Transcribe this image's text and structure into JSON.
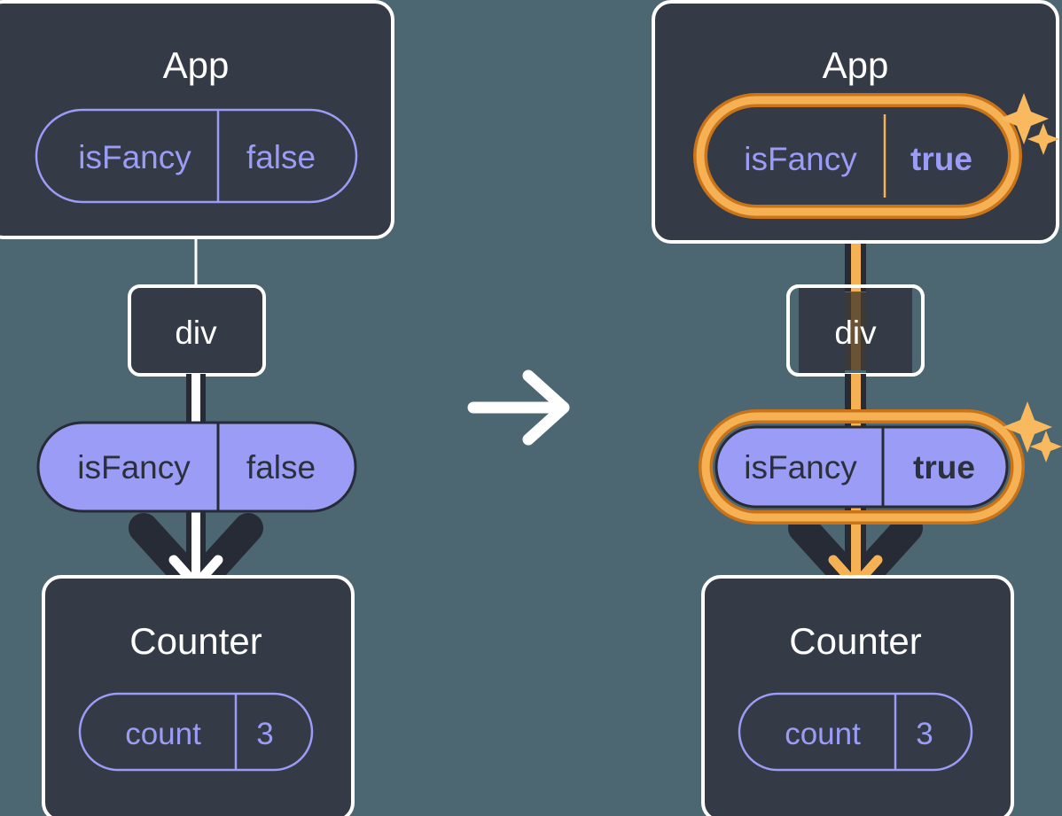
{
  "meta": {
    "title": "React state propagation diagram (before and after)",
    "background_color": "#4c6672"
  },
  "palette": {
    "panel_fill": "#343a46",
    "panel_stroke": "#ffffff",
    "pill_purple_fill": "#9a9cf5",
    "pill_purple_stroke": "#9a9cf5",
    "text_purple": "#9a9cf5",
    "text_white": "#ffffff",
    "text_dark": "#2b303b",
    "line_white": "#ffffff",
    "line_dark": "#262b36",
    "highlight_orange_outer": "#c97418",
    "highlight_orange_inner": "#f7b155",
    "sparkle_orange": "#f9b95e"
  },
  "transition_arrow": {
    "icon": "arrow-right-icon",
    "color": "#ffffff"
  },
  "panels": [
    {
      "id": "before",
      "app": {
        "title": "App",
        "pill": {
          "name": "isFancy",
          "value": "false",
          "style": "outline",
          "highlighted": false,
          "value_bold": false,
          "sparkles": false
        }
      },
      "div": {
        "title": "div"
      },
      "prop": {
        "name": "isFancy",
        "value": "false",
        "style": "filled",
        "highlighted": false,
        "value_bold": false,
        "sparkles": false
      },
      "counter": {
        "title": "Counter",
        "pill": {
          "name": "count",
          "value": "3",
          "style": "outline",
          "highlighted": false,
          "value_bold": false,
          "sparkles": false
        }
      },
      "connector_color": "#ffffff",
      "arrowhead_color": "#ffffff"
    },
    {
      "id": "after",
      "app": {
        "title": "App",
        "pill": {
          "name": "isFancy",
          "value": "true",
          "style": "outline",
          "highlighted": true,
          "value_bold": true,
          "sparkles": true
        }
      },
      "div": {
        "title": "div"
      },
      "prop": {
        "name": "isFancy",
        "value": "true",
        "style": "filled",
        "highlighted": true,
        "value_bold": true,
        "sparkles": true
      },
      "counter": {
        "title": "Counter",
        "pill": {
          "name": "count",
          "value": "3",
          "style": "outline",
          "highlighted": false,
          "value_bold": false,
          "sparkles": false
        }
      },
      "connector_color": "#f7b155",
      "arrowhead_color": "#f7b155"
    }
  ]
}
